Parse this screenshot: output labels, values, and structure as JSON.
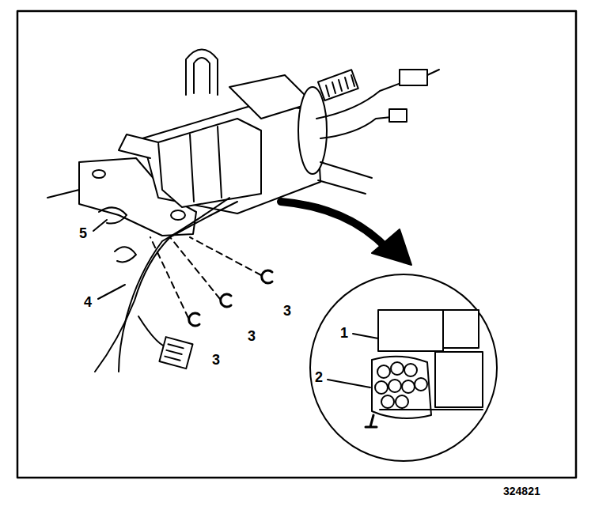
{
  "diagram": {
    "labels": [
      "5",
      "4",
      "3",
      "3",
      "3",
      "1",
      "2",
      "324821"
    ]
  }
}
